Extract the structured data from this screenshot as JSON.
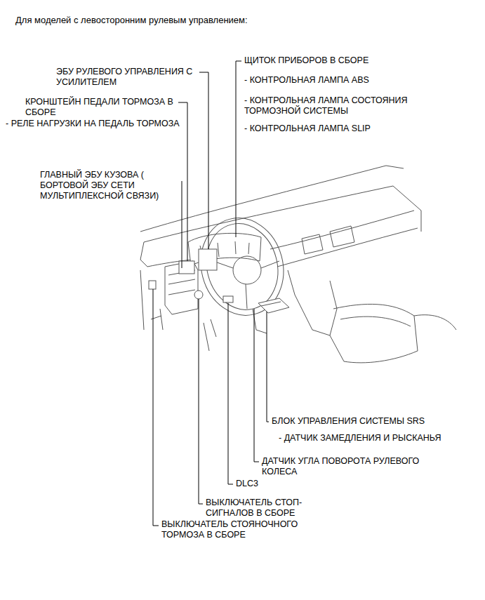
{
  "diagram": {
    "title": "Для моделей с левосторонним рулевым управлением:",
    "labels": [
      "ЩИТОК ПРИБОРОВ В СБОРЕ",
      "- КОНТРОЛЬНАЯ ЛАМПА ABS",
      "- КОНТРОЛЬНАЯ ЛАМПА СОСТОЯНИЯ ТОРМОЗНОЙ СИСТЕМЫ",
      "- КОНТРОЛЬНАЯ ЛАМПА SLIP",
      "ЭБУ РУЛЕВОГО УПРАВЛЕНИЯ С УСИЛИТЕЛЕМ",
      "КРОНШТЕЙН ПЕДАЛИ ТОРМОЗА В СБОРЕ",
      "- РЕЛЕ НАГРУЗКИ НА ПЕДАЛЬ ТОРМОЗА",
      "ГЛАВНЫЙ ЭБУ КУЗОВА ( БОРТОВОЙ ЭБУ СЕТИ МУЛЬТИПЛЕКСНОЙ СВЯЗИ)",
      "БЛОК УПРАВЛЕНИЯ СИСТЕМЫ SRS",
      "- ДАТЧИК ЗАМЕДЛЕНИЯ И РЫСКАНЬЯ",
      "ДАТЧИК УГЛА ПОВОРОТА РУЛЕВОГО КОЛЕСА",
      "DLC3",
      "ВЫКЛЮЧАТЕЛЬ СТОП-СИГНАЛОВ В СБОРЕ",
      "ВЫКЛЮЧАТЕЛЬ СТОЯНОЧНОГО ТОРМОЗА В СБОРЕ"
    ]
  }
}
